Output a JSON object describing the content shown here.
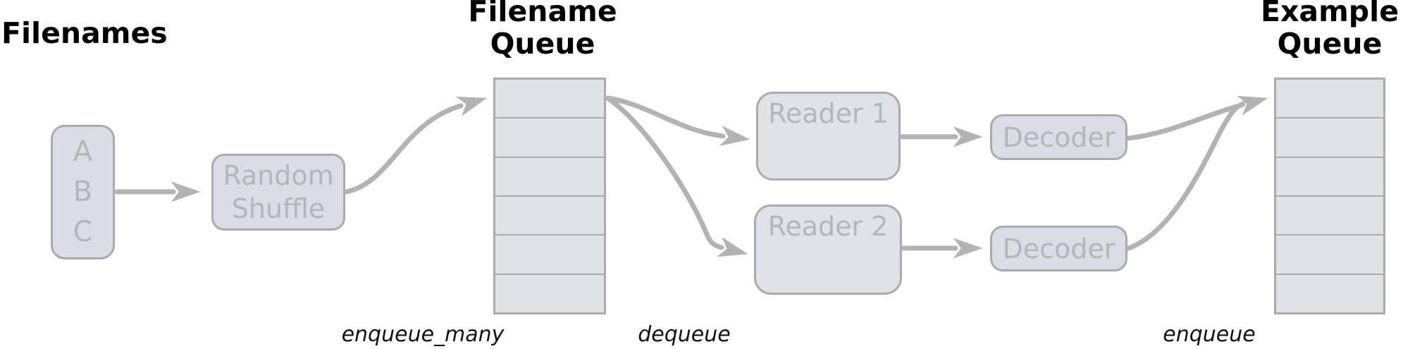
{
  "titles": {
    "filenames": "Filenames",
    "filename_queue": "Filename\nQueue",
    "example_queue": "Example\nQueue"
  },
  "nodes": {
    "filenames": {
      "items": [
        "A",
        "B",
        "C"
      ]
    },
    "shuffle": {
      "label": "Random\nShuffle"
    },
    "reader1": {
      "label": "Reader 1"
    },
    "reader2": {
      "label": "Reader 2"
    },
    "decoder1": {
      "label": "Decoder"
    },
    "decoder2": {
      "label": "Decoder"
    }
  },
  "queues": {
    "filename_queue": {
      "rows": 6
    },
    "example_queue": {
      "rows": 6
    }
  },
  "op_labels": {
    "enqueue_many": "enqueue_many",
    "dequeue": "dequeue",
    "enqueue": "enqueue"
  },
  "colors": {
    "bg": "#ffffff",
    "title": "#000000",
    "label": "#121212",
    "edge": "#ababab",
    "arrow": "#b3b3b3",
    "lavender": "#dcdce6",
    "bluegray": "#dfe3e7",
    "nodetext": "#b4b6ba"
  }
}
